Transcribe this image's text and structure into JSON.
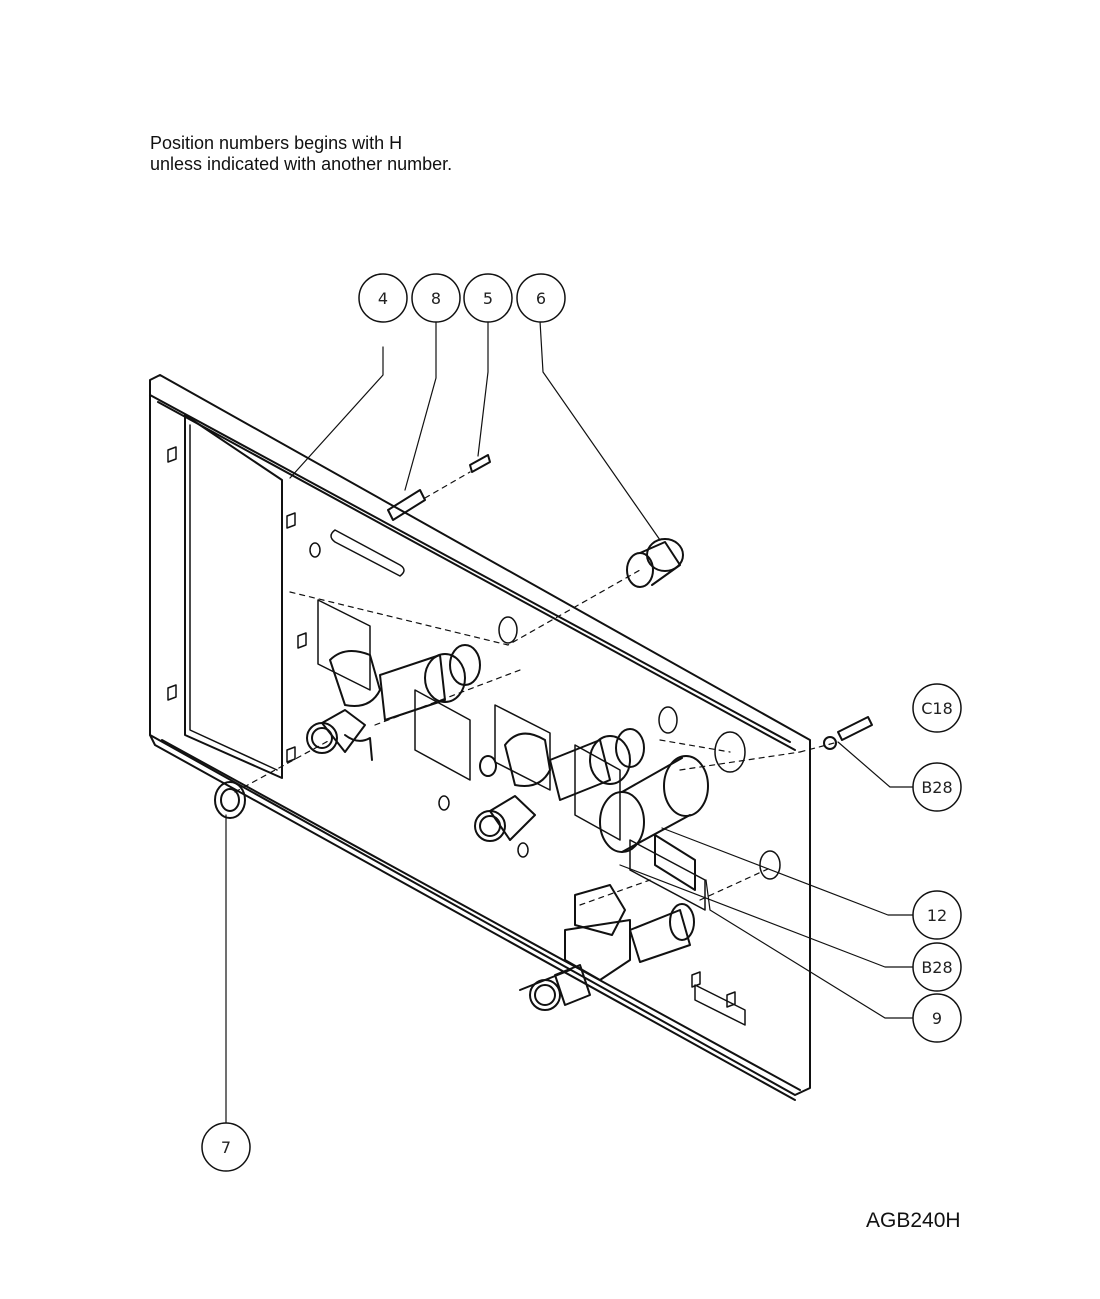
{
  "note": {
    "line1": "Position numbers begins with H",
    "line2": "unless indicated with another number."
  },
  "drawing_id": "AGB240H",
  "callouts": [
    {
      "id": "callout-4",
      "label": "4"
    },
    {
      "id": "callout-8",
      "label": "8"
    },
    {
      "id": "callout-5",
      "label": "5"
    },
    {
      "id": "callout-6",
      "label": "6"
    },
    {
      "id": "callout-C18",
      "label": "C18"
    },
    {
      "id": "callout-B28-upper",
      "label": "B28"
    },
    {
      "id": "callout-12",
      "label": "12"
    },
    {
      "id": "callout-B28-lower",
      "label": "B28"
    },
    {
      "id": "callout-9",
      "label": "9"
    },
    {
      "id": "callout-7",
      "label": "7"
    }
  ]
}
